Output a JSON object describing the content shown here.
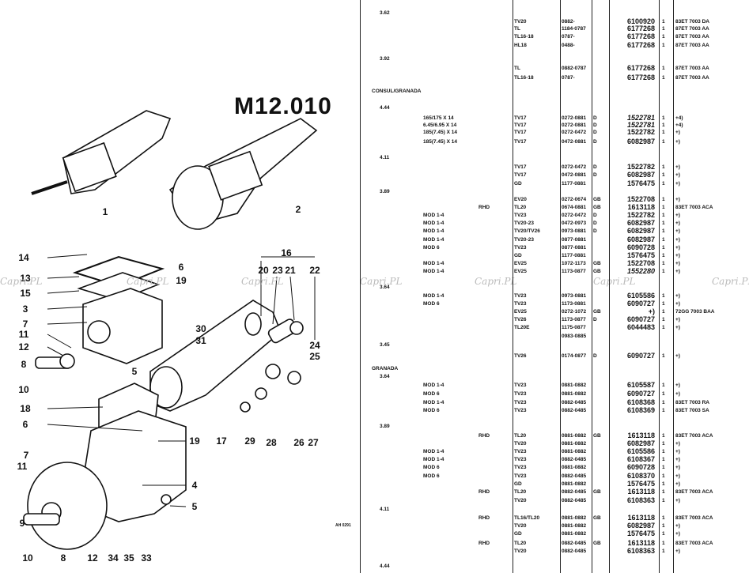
{
  "diagram": {
    "title": "M12.010",
    "stamp": "AH 0291",
    "callouts": [
      "1",
      "2",
      "14",
      "6",
      "13",
      "19",
      "15",
      "3",
      "7",
      "11",
      "12",
      "8",
      "10",
      "5",
      "16",
      "20",
      "23",
      "21",
      "22",
      "30",
      "31",
      "24",
      "25",
      "18",
      "6",
      "19",
      "17",
      "29",
      "28",
      "26",
      "27",
      "7",
      "11",
      "4",
      "5",
      "9",
      "10",
      "8",
      "12",
      "34",
      "35",
      "33"
    ]
  },
  "watermark": "Capri.PL",
  "table": {
    "rows": [
      {
        "a": "3.62",
        "b": "",
        "c": "",
        "m": "",
        "d": "",
        "g": "",
        "p": "",
        "q": "",
        "n": ""
      },
      {
        "a": "",
        "b": "",
        "c": "",
        "m": "TV20",
        "d": "0882-",
        "g": "",
        "p": "6100920",
        "q": "1",
        "n": "83ET 7003 DA"
      },
      {
        "a": "",
        "b": "",
        "c": "",
        "m": "TL",
        "d": "1184-0787",
        "g": "",
        "p": "6177268",
        "q": "1",
        "n": "87ET 7003 AA"
      },
      {
        "a": "",
        "b": "",
        "c": "",
        "m": "TL16-18",
        "d": "0787-",
        "g": "",
        "p": "6177268",
        "q": "1",
        "n": "87ET 7003 AA"
      },
      {
        "a": "",
        "b": "",
        "c": "",
        "m": "HL18",
        "d": "0488-",
        "g": "",
        "p": "6177268",
        "q": "1",
        "n": "87ET 7003 AA"
      },
      {
        "a": "3.92",
        "b": "",
        "c": "",
        "m": "",
        "d": "",
        "g": "",
        "p": "",
        "q": "",
        "n": ""
      },
      {
        "a": "",
        "b": "",
        "c": "",
        "m": "TL",
        "d": "0882-0787",
        "g": "",
        "p": "6177268",
        "q": "1",
        "n": "87ET 7003 AA"
      },
      {
        "a": "",
        "b": "",
        "c": "",
        "m": "TL16-18",
        "d": "0787-",
        "g": "",
        "p": "6177268",
        "q": "1",
        "n": "87ET 7003 AA"
      },
      {
        "a": "CONSUL/GRANADA",
        "b": "",
        "c": "",
        "m": "",
        "d": "",
        "g": "",
        "p": "",
        "q": "",
        "n": ""
      },
      {
        "a": "4.44",
        "b": "",
        "c": "",
        "m": "",
        "d": "",
        "g": "",
        "p": "",
        "q": "",
        "n": ""
      },
      {
        "a": "",
        "b": "165/175 X 14",
        "c": "",
        "m": "TV17",
        "d": "0272-0881",
        "g": "D",
        "p": "1522781",
        "q": "1",
        "n": "+4)",
        "i": true
      },
      {
        "a": "",
        "b": "6.45/6.95 X 14",
        "c": "",
        "m": "TV17",
        "d": "0272-0881",
        "g": "D",
        "p": "1522781",
        "q": "1",
        "n": "+4)",
        "i": true
      },
      {
        "a": "",
        "b": "185(7.45) X 14",
        "c": "",
        "m": "TV17",
        "d": "0272-0472",
        "g": "D",
        "p": "1522782",
        "q": "1",
        "n": "+)"
      },
      {
        "a": "",
        "b": "185(7.45) X 14",
        "c": "",
        "m": "TV17",
        "d": "0472-0881",
        "g": "D",
        "p": "6082987",
        "q": "1",
        "n": "+)"
      },
      {
        "a": "4.11",
        "b": "",
        "c": "",
        "m": "",
        "d": "",
        "g": "",
        "p": "",
        "q": "",
        "n": ""
      },
      {
        "a": "",
        "b": "",
        "c": "",
        "m": "TV17",
        "d": "0272-0472",
        "g": "D",
        "p": "1522782",
        "q": "1",
        "n": "+)"
      },
      {
        "a": "",
        "b": "",
        "c": "",
        "m": "TV17",
        "d": "0472-0881",
        "g": "D",
        "p": "6082987",
        "q": "1",
        "n": "+)"
      },
      {
        "a": "",
        "b": "",
        "c": "",
        "m": "GD",
        "d": "1177-0881",
        "g": "",
        "p": "1576475",
        "q": "1",
        "n": "+)"
      },
      {
        "a": "3.89",
        "b": "",
        "c": "",
        "m": "",
        "d": "",
        "g": "",
        "p": "",
        "q": "",
        "n": ""
      },
      {
        "a": "",
        "b": "",
        "c": "",
        "m": "EV20",
        "d": "0272-0674",
        "g": "GB",
        "p": "1522708",
        "q": "1",
        "n": "+)"
      },
      {
        "a": "",
        "b": "",
        "c": "RHD",
        "m": "TL20",
        "d": "0674-0881",
        "g": "GB",
        "p": "1613118",
        "q": "1",
        "n": "83ET 7003 ACA"
      },
      {
        "a": "",
        "b": "MOD 1-4",
        "c": "",
        "m": "TV23",
        "d": "0272-0472",
        "g": "D",
        "p": "1522782",
        "q": "1",
        "n": "+)"
      },
      {
        "a": "",
        "b": "MOD 1-4",
        "c": "",
        "m": "TV20-23",
        "d": "0472-0973",
        "g": "D",
        "p": "6082987",
        "q": "1",
        "n": "+)"
      },
      {
        "a": "",
        "b": "MOD 1-4",
        "c": "",
        "m": "TV20/TV26",
        "d": "0973-0881",
        "g": "D",
        "p": "6082987",
        "q": "1",
        "n": "+)"
      },
      {
        "a": "",
        "b": "MOD 1-4",
        "c": "",
        "m": "TV20-23",
        "d": "0877-0881",
        "g": "",
        "p": "6082987",
        "q": "1",
        "n": "+)"
      },
      {
        "a": "",
        "b": "MOD 6",
        "c": "",
        "m": "TV23",
        "d": "0877-0881",
        "g": "",
        "p": "6090728",
        "q": "1",
        "n": "+)"
      },
      {
        "a": "",
        "b": "",
        "c": "",
        "m": "GD",
        "d": "1177-0881",
        "g": "",
        "p": "1576475",
        "q": "1",
        "n": "+)"
      },
      {
        "a": "",
        "b": "MOD 1-4",
        "c": "",
        "m": "EV25",
        "d": "1072-1173",
        "g": "GB",
        "p": "1522708",
        "q": "1",
        "n": "+)"
      },
      {
        "a": "",
        "b": "MOD 1-4",
        "c": "",
        "m": "EV25",
        "d": "1173-0877",
        "g": "GB",
        "p": "1552280",
        "q": "1",
        "n": "+)",
        "i": true
      },
      {
        "a": "3.64",
        "b": "",
        "c": "",
        "m": "",
        "d": "",
        "g": "",
        "p": "",
        "q": "",
        "n": ""
      },
      {
        "a": "",
        "b": "MOD 1-4",
        "c": "",
        "m": "TV23",
        "d": "0973-0881",
        "g": "",
        "p": "6105586",
        "q": "1",
        "n": "+)"
      },
      {
        "a": "",
        "b": "MOD 6",
        "c": "",
        "m": "TV23",
        "d": "1173-0881",
        "g": "",
        "p": "6090727",
        "q": "1",
        "n": "+)"
      },
      {
        "a": "",
        "b": "",
        "c": "",
        "m": "EV25",
        "d": "0272-1072",
        "g": "GB",
        "p": "+)",
        "q": "1",
        "n": "72GG 7003 BAA"
      },
      {
        "a": "",
        "b": "",
        "c": "",
        "m": "TV26",
        "d": "1173-0877",
        "g": "D",
        "p": "6090727",
        "q": "1",
        "n": "+)"
      },
      {
        "a": "",
        "b": "",
        "c": "",
        "m": "TL20E",
        "d": "1175-0877",
        "g": "",
        "p": "6044483",
        "q": "1",
        "n": "+)"
      },
      {
        "a": "",
        "b": "",
        "c": "",
        "m": "",
        "d": "0983-0885",
        "g": "",
        "p": "",
        "q": "",
        "n": ""
      },
      {
        "a": "3.45",
        "b": "",
        "c": "",
        "m": "",
        "d": "",
        "g": "",
        "p": "",
        "q": "",
        "n": ""
      },
      {
        "a": "",
        "b": "",
        "c": "",
        "m": "TV26",
        "d": "0174-0877",
        "g": "D",
        "p": "6090727",
        "q": "1",
        "n": "+)"
      },
      {
        "a": "GRANADA",
        "b": "",
        "c": "",
        "m": "",
        "d": "",
        "g": "",
        "p": "",
        "q": "",
        "n": ""
      },
      {
        "a": "3.64",
        "b": "",
        "c": "",
        "m": "",
        "d": "",
        "g": "",
        "p": "",
        "q": "",
        "n": ""
      },
      {
        "a": "",
        "b": "MOD 1-4",
        "c": "",
        "m": "TV23",
        "d": "0881-0882",
        "g": "",
        "p": "6105587",
        "q": "1",
        "n": "+)"
      },
      {
        "a": "",
        "b": "MOD 6",
        "c": "",
        "m": "TV23",
        "d": "0881-0882",
        "g": "",
        "p": "6090727",
        "q": "1",
        "n": "+)"
      },
      {
        "a": "",
        "b": "MOD 1-4",
        "c": "",
        "m": "TV23",
        "d": "0882-0485",
        "g": "",
        "p": "6108368",
        "q": "1",
        "n": "83ET 7003 RA"
      },
      {
        "a": "",
        "b": "MOD 6",
        "c": "",
        "m": "TV23",
        "d": "0882-0485",
        "g": "",
        "p": "6108369",
        "q": "1",
        "n": "83ET 7003 SA"
      },
      {
        "a": "3.89",
        "b": "",
        "c": "",
        "m": "",
        "d": "",
        "g": "",
        "p": "",
        "q": "",
        "n": ""
      },
      {
        "a": "",
        "b": "",
        "c": "RHD",
        "m": "TL20",
        "d": "0881-0882",
        "g": "GB",
        "p": "1613118",
        "q": "1",
        "n": "83ET 7003 ACA"
      },
      {
        "a": "",
        "b": "",
        "c": "",
        "m": "TV20",
        "d": "0881-0882",
        "g": "",
        "p": "6082987",
        "q": "1",
        "n": "+)"
      },
      {
        "a": "",
        "b": "MOD 1-4",
        "c": "",
        "m": "TV23",
        "d": "0881-0882",
        "g": "",
        "p": "6105586",
        "q": "1",
        "n": "+)"
      },
      {
        "a": "",
        "b": "MOD 1-4",
        "c": "",
        "m": "TV23",
        "d": "0882-0485",
        "g": "",
        "p": "6108367",
        "q": "1",
        "n": "+)"
      },
      {
        "a": "",
        "b": "MOD 6",
        "c": "",
        "m": "TV23",
        "d": "0881-0882",
        "g": "",
        "p": "6090728",
        "q": "1",
        "n": "+)"
      },
      {
        "a": "",
        "b": "MOD 6",
        "c": "",
        "m": "TV23",
        "d": "0882-0485",
        "g": "",
        "p": "6108370",
        "q": "1",
        "n": "+)"
      },
      {
        "a": "",
        "b": "",
        "c": "",
        "m": "GD",
        "d": "0881-0882",
        "g": "",
        "p": "1576475",
        "q": "1",
        "n": "+)"
      },
      {
        "a": "",
        "b": "",
        "c": "RHD",
        "m": "TL20",
        "d": "0882-0485",
        "g": "GB",
        "p": "1613118",
        "q": "1",
        "n": "83ET 7003 ACA"
      },
      {
        "a": "",
        "b": "",
        "c": "",
        "m": "TV20",
        "d": "0882-0485",
        "g": "",
        "p": "6108363",
        "q": "1",
        "n": "+)"
      },
      {
        "a": "4.11",
        "b": "",
        "c": "",
        "m": "",
        "d": "",
        "g": "",
        "p": "",
        "q": "",
        "n": ""
      },
      {
        "a": "",
        "b": "",
        "c": "RHD",
        "m": "TL16/TL20",
        "d": "0881-0882",
        "g": "GB",
        "p": "1613118",
        "q": "1",
        "n": "83ET 7003 ACA"
      },
      {
        "a": "",
        "b": "",
        "c": "",
        "m": "TV20",
        "d": "0881-0882",
        "g": "",
        "p": "6082987",
        "q": "1",
        "n": "+)"
      },
      {
        "a": "",
        "b": "",
        "c": "",
        "m": "GD",
        "d": "0881-0882",
        "g": "",
        "p": "1576475",
        "q": "1",
        "n": "+)"
      },
      {
        "a": "",
        "b": "",
        "c": "RHD",
        "m": "TL20",
        "d": "0882-0485",
        "g": "GB",
        "p": "1613118",
        "q": "1",
        "n": "83ET 7003 ACA"
      },
      {
        "a": "",
        "b": "",
        "c": "",
        "m": "TV20",
        "d": "0882-0485",
        "g": "",
        "p": "6108363",
        "q": "1",
        "n": "+)"
      },
      {
        "a": "4.44",
        "b": "",
        "c": "",
        "m": "",
        "d": "",
        "g": "",
        "p": "",
        "q": "",
        "n": ""
      }
    ]
  }
}
